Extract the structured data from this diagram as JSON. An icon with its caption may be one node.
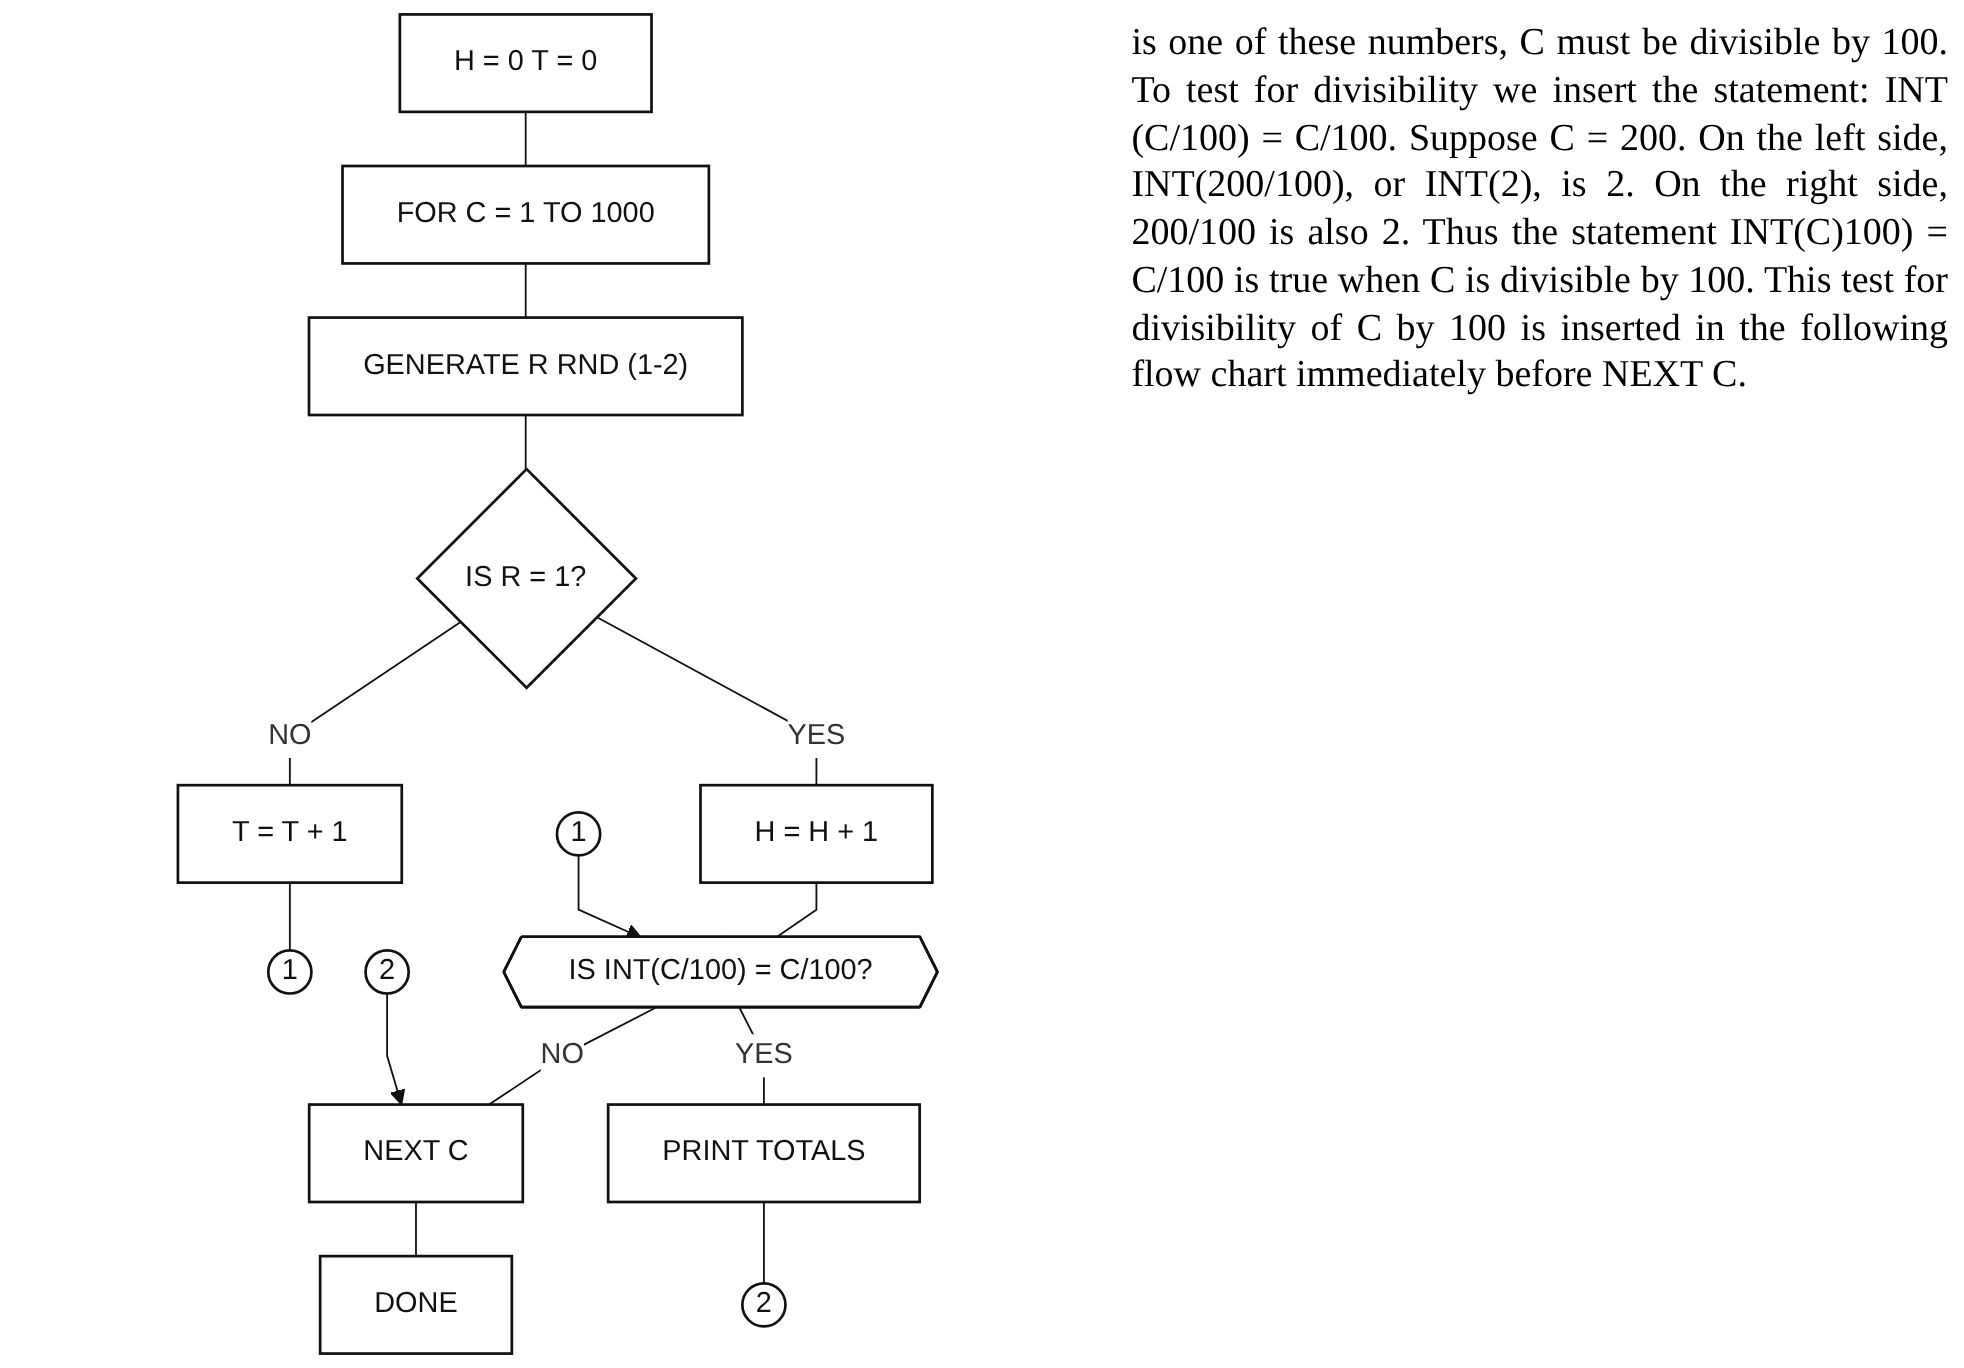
{
  "diagram": {
    "nodes": [
      {
        "text": [
          "H = 0 T = 0"
        ]
      },
      {
        "text": [
          "FOR C = 1 TO 1000"
        ]
      },
      {
        "text": [
          "GENERATE R RND (1-2)"
        ]
      },
      {
        "text": [
          "IS R = 1?"
        ]
      },
      {
        "text": [
          "H = H + 1"
        ]
      },
      {
        "text": [
          "T = T + 1"
        ]
      },
      {
        "text": [
          "1"
        ]
      },
      {
        "text": [
          "1"
        ]
      },
      {
        "text": [
          "IS INT(C/100) = C/100?"
        ]
      },
      {
        "text": [
          "2"
        ]
      },
      {
        "text": [
          "NEXT C"
        ]
      },
      {
        "text": [
          "PRINT TOTALS"
        ]
      },
      {
        "text": [
          "2"
        ]
      },
      {
        "text": [
          "DONE"
        ]
      }
    ],
    "edges": [
      {
        "from": 0,
        "to": 1,
        "arrow": "none"
      },
      {
        "from": 1,
        "to": 2,
        "arrow": "none"
      },
      {
        "from": 2,
        "to": 3,
        "arrow": "none"
      },
      {
        "from": 3,
        "to": 4,
        "arrow": "none",
        "label": "YES"
      },
      {
        "from": 3,
        "to": 5,
        "arrow": "none",
        "label": "NO"
      },
      {
        "from": 5,
        "to": 6,
        "arrow": "none"
      },
      {
        "from": 4,
        "to": 8,
        "arrow": "none"
      },
      {
        "from": 7,
        "to": 8,
        "arrow": "to"
      },
      {
        "from": 8,
        "to": 10,
        "arrow": "none",
        "label": "NO"
      },
      {
        "from": 8,
        "to": 11,
        "arrow": "none",
        "label": "YES"
      },
      {
        "from": 9,
        "to": 10,
        "arrow": "to"
      },
      {
        "from": 11,
        "to": 12,
        "arrow": "none"
      },
      {
        "from": 10,
        "to": 13,
        "arrow": "none"
      }
    ],
    "labels": [
      "is one of these numbers, C must be divisible by 100. To test for divisibility we insert the statement: INT (C/100) = C/100. Suppose C = 200. On the left side, INT(200/100), or INT(2), is 2. On the right side, 200/100 is also 2. Thus the statement INT(C)100) = C/100 is true when C is divisible by 100. This test for divisibility of C by 100 is inserted in the following flow chart immediately before NEXT C."
    ]
  }
}
